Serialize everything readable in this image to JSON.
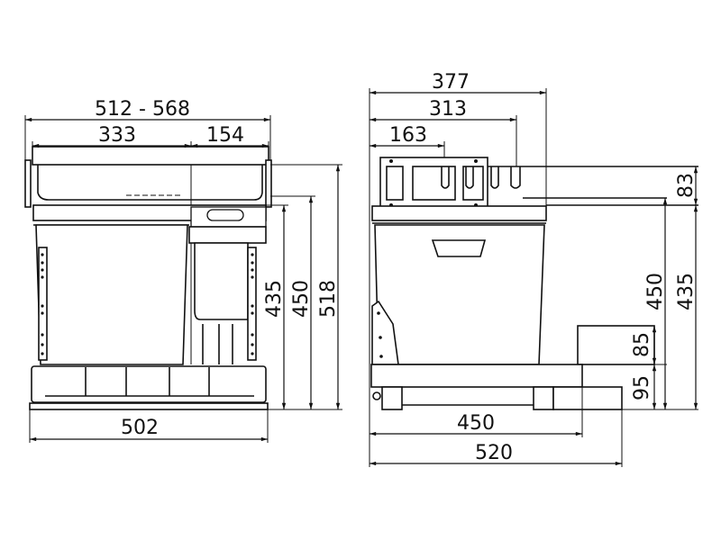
{
  "drawing": {
    "front_view": {
      "total_width_range": "512 - 568",
      "large_bin_width": "333",
      "small_bin_width": "154",
      "base_width": "502",
      "height_1": "435",
      "height_2": "450",
      "height_3": "518"
    },
    "side_view": {
      "overall_depth": "377",
      "basket_depth": "313",
      "slot_depth": "163",
      "top_basket_height": "83",
      "height_1": "450",
      "height_2": "435",
      "step_height": "85",
      "base_height": "95",
      "base_depth": "450",
      "total_depth": "520"
    }
  }
}
